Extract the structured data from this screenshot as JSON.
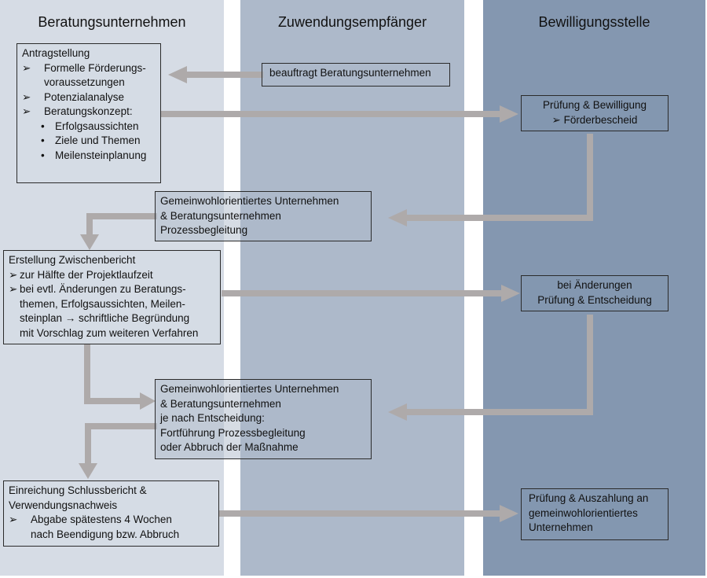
{
  "columns": [
    {
      "title": "Beratungsunternehmen",
      "color": "#d6dce5"
    },
    {
      "title": "Zuwendungsempfänger",
      "color": "#adb9ca"
    },
    {
      "title": "Bewilligungsstelle",
      "color": "#8497b0"
    }
  ],
  "arrow_color": "#aeaaaa",
  "boxes": {
    "antragstellung": {
      "title": "Antragstellung",
      "items": [
        {
          "marker": "➢",
          "text": "Formelle Förderungs-",
          "cont": "voraussetzungen"
        },
        {
          "marker": "➢",
          "text": "Potenzialanalyse"
        },
        {
          "marker": "➢",
          "text": "Beratungskonzept:"
        }
      ],
      "subitems": [
        {
          "marker": "•",
          "text": "Erfolgsaussichten"
        },
        {
          "marker": "•",
          "text": "Ziele und Themen"
        },
        {
          "marker": "•",
          "text": "Meilensteinplanung"
        }
      ]
    },
    "beauftragt": {
      "text": "beauftragt Beratungsunternehmen"
    },
    "pruefung_bewilligung": {
      "line1": "Prüfung & Bewilligung",
      "line2_marker": "➢",
      "line2": "Förderbescheid"
    },
    "prozessbegleitung": {
      "lines": [
        "Gemeinwohlorientiertes Unternehmen",
        "& Beratungsunternehmen",
        "Prozessbegleitung"
      ]
    },
    "zwischenbericht": {
      "title": "Erstellung Zwischenbericht",
      "item1_marker": "➢",
      "item1": "zur Hälfte der Projektlaufzeit",
      "item2_marker": "➢",
      "item2_lines": [
        "bei evtl. Änderungen zu Beratungs-",
        "themen, Erfolgsaussichten, Meilen-",
        "steinplan → schriftliche Begründung",
        "mit Vorschlag zum weiteren Verfahren"
      ]
    },
    "aenderungen": {
      "line1": "bei Änderungen",
      "line2": "Prüfung & Entscheidung"
    },
    "entscheidung": {
      "lines": [
        "Gemeinwohlorientiertes Unternehmen",
        "& Beratungsunternehmen",
        "je nach Entscheidung:",
        "Fortführung Prozessbegleitung",
        "oder Abbruch der Maßnahme"
      ]
    },
    "schlussbericht": {
      "line1": "Einreichung Schlussbericht &",
      "line2": "Verwendungsnachweis",
      "item_marker": "➢",
      "item_line1": "Abgabe spätestens 4 Wochen",
      "item_line2": "nach Beendigung bzw. Abbruch"
    },
    "auszahlung": {
      "lines": [
        "Prüfung & Auszahlung an",
        "gemeinwohlorientiertes",
        "Unternehmen"
      ]
    }
  }
}
